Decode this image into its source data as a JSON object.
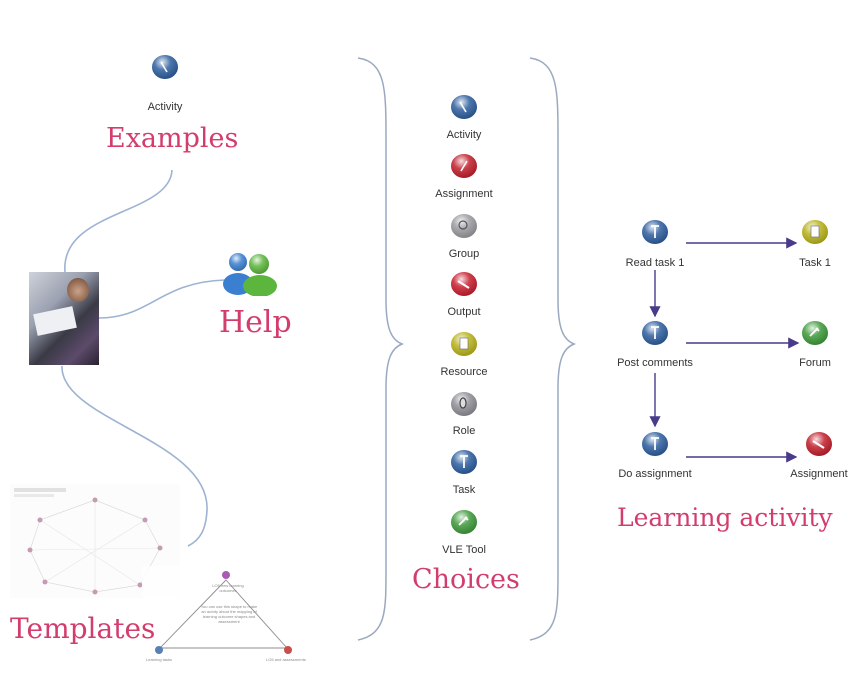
{
  "left_panel": {
    "activity_caption": "Activity",
    "examples_heading": "Examples",
    "help_heading": "Help",
    "templates_heading": "Templates",
    "template_preview": {
      "top_node": "LO5 new learning outcomes",
      "center_text": "You can use this shape to make an acivity about the mapping of learning outcome shapes and assessment",
      "bottom_left_node": "Learning tasks",
      "bottom_right_node": "LO5 and assessments"
    }
  },
  "choices": {
    "heading": "Choices",
    "items": [
      {
        "label": "Activity",
        "icon": "activity-icon",
        "color": "#2e5f9e"
      },
      {
        "label": "Assignment",
        "icon": "assignment-icon",
        "color": "#c2202c"
      },
      {
        "label": "Group",
        "icon": "group-icon",
        "color": "#9a9aa0"
      },
      {
        "label": "Output",
        "icon": "output-icon",
        "color": "#c81e2e"
      },
      {
        "label": "Resource",
        "icon": "resource-icon",
        "color": "#b8b21c"
      },
      {
        "label": "Role",
        "icon": "role-icon",
        "color": "#8e9096"
      },
      {
        "label": "Task",
        "icon": "task-icon",
        "color": "#2e5f9e"
      },
      {
        "label": "VLE Tool",
        "icon": "vle-tool-icon",
        "color": "#3f9b3c"
      }
    ]
  },
  "learning_activity": {
    "heading": "Learning activity",
    "nodes": [
      {
        "id": "read-task-1",
        "label": "Read task 1",
        "icon": "task-icon",
        "color": "#2e5f9e"
      },
      {
        "id": "task-1",
        "label": "Task 1",
        "icon": "resource-icon",
        "color": "#b8b21c"
      },
      {
        "id": "post-comments",
        "label": "Post comments",
        "icon": "task-icon",
        "color": "#2e5f9e"
      },
      {
        "id": "forum",
        "label": "Forum",
        "icon": "vle-tool-icon",
        "color": "#3f9b3c"
      },
      {
        "id": "do-assignment",
        "label": "Do assignment",
        "icon": "task-icon",
        "color": "#2e5f9e"
      },
      {
        "id": "assignment",
        "label": "Assignment",
        "icon": "assignment-icon",
        "color": "#c2202c"
      }
    ],
    "edges": [
      {
        "from": "read-task-1",
        "to": "task-1"
      },
      {
        "from": "read-task-1",
        "to": "post-comments"
      },
      {
        "from": "post-comments",
        "to": "forum"
      },
      {
        "from": "post-comments",
        "to": "do-assignment"
      },
      {
        "from": "do-assignment",
        "to": "assignment"
      }
    ],
    "arrow_color": "#4a3a8a"
  },
  "colors": {
    "heading": "#d33d6b",
    "connector": "#9db3d2",
    "brace": "#9aa9c0"
  }
}
